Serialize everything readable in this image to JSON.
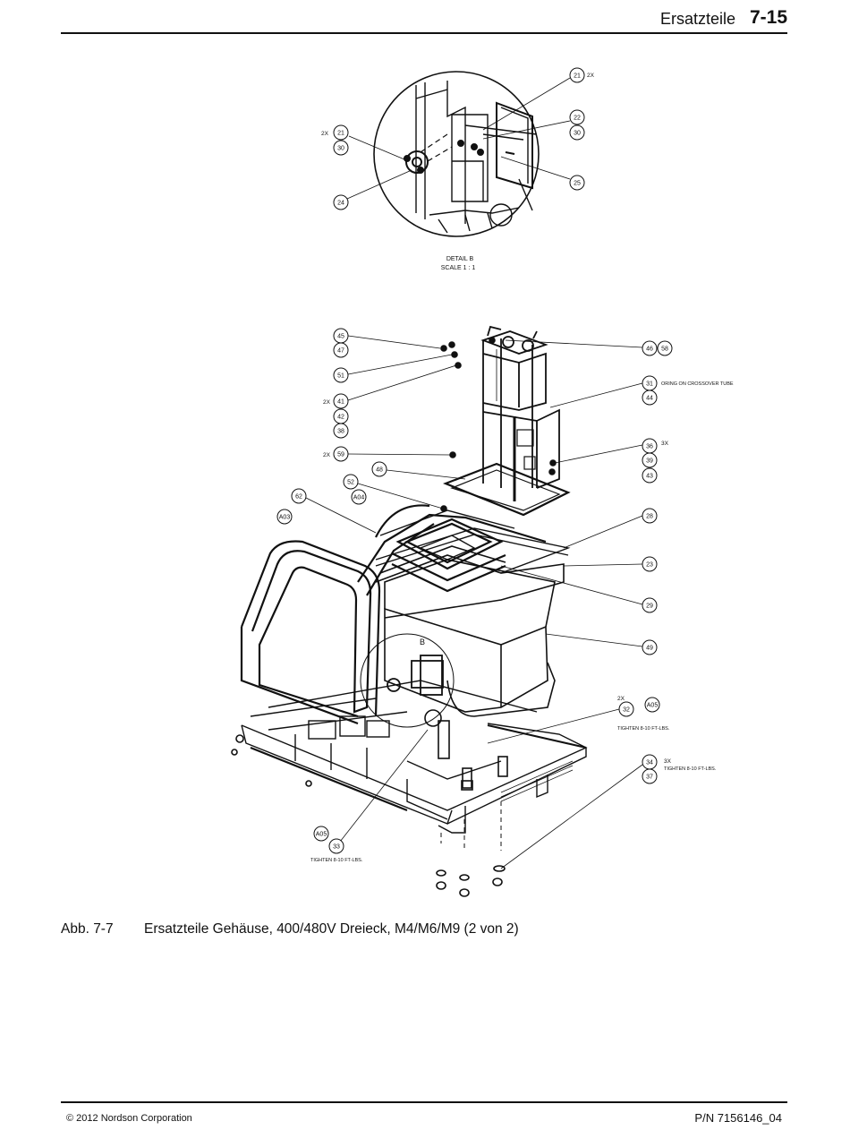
{
  "header": {
    "section": "Ersatzteile",
    "page": "7-15"
  },
  "detail": {
    "title": "DETAIL B",
    "scale": "SCALE 1 : 1",
    "marker": "B"
  },
  "callouts": {
    "c21a": "21",
    "c21b": "21",
    "c22": "22",
    "c30a": "30",
    "c30b": "30",
    "c24": "24",
    "c25": "25",
    "c45": "45",
    "c47": "47",
    "c51": "51",
    "c41": "41",
    "c42": "42",
    "c38": "38",
    "c59": "59",
    "c48": "48",
    "c52": "52",
    "cA04": "A04",
    "c62": "62",
    "cA03": "A03",
    "c46": "46",
    "c58": "58",
    "c31": "31",
    "c44": "44",
    "c36": "36",
    "c39": "39",
    "c43": "43",
    "c28": "28",
    "c23": "23",
    "c29": "29",
    "c49": "49",
    "c32": "32",
    "cA05a": "A05",
    "c34": "34",
    "c37": "37",
    "cA05b": "A05",
    "c33": "33"
  },
  "notes": {
    "x2": "2X",
    "x3": "3X",
    "oring": "ORING ON CROSSOVER TUBE",
    "tighten": "TIGHTEN 8-10 FT-LBS."
  },
  "caption": {
    "number": "Abb. 7-7",
    "text": "Ersatzteile Gehäuse, 400/480V Dreieck, M4/M6/M9 (2 von 2)"
  },
  "footer": {
    "copyright": "© 2012 Nordson Corporation",
    "part_number": "P/N 7156146_04"
  }
}
